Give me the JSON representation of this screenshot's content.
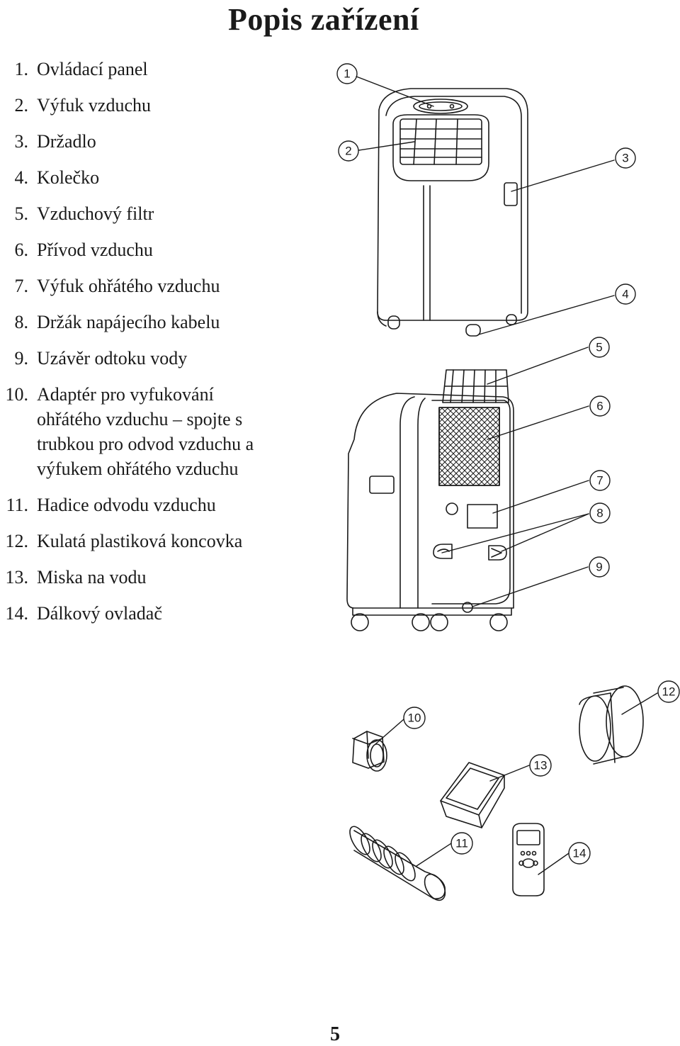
{
  "page": {
    "title": "Popis zařízení",
    "page_number": "5"
  },
  "parts": [
    {
      "num": "1.",
      "label": "Ovládací panel"
    },
    {
      "num": "2.",
      "label": "Výfuk vzduchu"
    },
    {
      "num": "3.",
      "label": "Držadlo"
    },
    {
      "num": "4.",
      "label": "Kolečko"
    },
    {
      "num": "5.",
      "label": "Vzduchový filtr"
    },
    {
      "num": "6.",
      "label": "Přívod vzduchu"
    },
    {
      "num": "7.",
      "label": "Výfuk ohřátého vzduchu"
    },
    {
      "num": "8.",
      "label": "Držák napájecího kabelu"
    },
    {
      "num": "9.",
      "label": "Uzávěr odtoku vody"
    },
    {
      "num": "10.",
      "label": "Adaptér pro vyfukování ohřátého vzduchu – spojte s trubkou pro odvod vzduchu a výfukem ohřátého vzduchu"
    },
    {
      "num": "11.",
      "label": "Hadice odvodu vzduchu"
    },
    {
      "num": "12.",
      "label": "Kulatá plastiková koncovka"
    },
    {
      "num": "13.",
      "label": "Miska na vodu"
    },
    {
      "num": "14.",
      "label": "Dálkový ovladač"
    }
  ],
  "callouts": [
    "1",
    "2",
    "3",
    "4",
    "5",
    "6",
    "7",
    "8",
    "9",
    "10",
    "11",
    "12",
    "13",
    "14"
  ]
}
